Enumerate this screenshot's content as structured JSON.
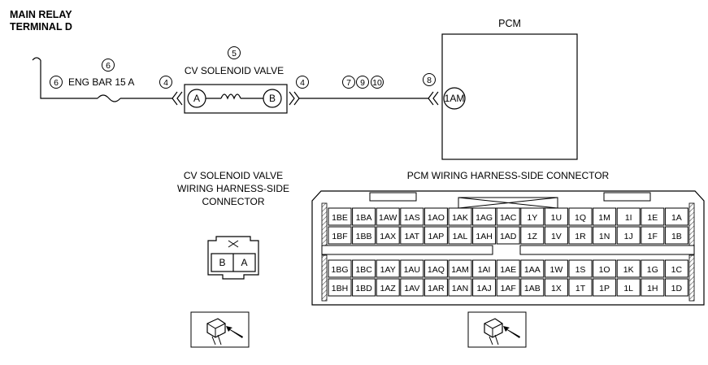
{
  "labels": {
    "main_relay_1": "MAIN RELAY",
    "main_relay_2": "TERMINAL D",
    "fuse_label": "ENG BAR 15 A",
    "valve_label": "CV SOLENOID VALVE",
    "pcm_label": "PCM",
    "pcm_pin": "1AM",
    "valve_pin_a": "A",
    "valve_pin_b": "B",
    "cv_conn_title_1": "CV SOLENOID VALVE",
    "cv_conn_title_2": "WIRING HARNESS-SIDE",
    "cv_conn_title_3": "CONNECTOR",
    "pcm_conn_title": "PCM WIRING HARNESS-SIDE CONNECTOR"
  },
  "callouts": {
    "fuse_top": "6",
    "fuse_left": "6",
    "valve_top": "5",
    "left_conn": "4",
    "right_conn": "4",
    "c7": "7",
    "c9": "9",
    "c10": "10",
    "c8": "8"
  },
  "cv_connector_pins": [
    "B",
    "A"
  ],
  "pcm_connector": {
    "upper_rows": [
      [
        "1BE",
        "1BA",
        "1AW",
        "1AS",
        "1AO",
        "1AK",
        "1AG",
        "1AC",
        "1Y",
        "1U",
        "1Q",
        "1M",
        "1I",
        "1E",
        "1A"
      ],
      [
        "1BF",
        "1BB",
        "1AX",
        "1AT",
        "1AP",
        "1AL",
        "1AH",
        "1AD",
        "1Z",
        "1V",
        "1R",
        "1N",
        "1J",
        "1F",
        "1B"
      ]
    ],
    "lower_rows": [
      [
        "1BG",
        "1BC",
        "1AY",
        "1AU",
        "1AQ",
        "1AM",
        "1AI",
        "1AE",
        "1AA",
        "1W",
        "1S",
        "1O",
        "1K",
        "1G",
        "1C"
      ],
      [
        "1BH",
        "1BD",
        "1AZ",
        "1AV",
        "1AR",
        "1AN",
        "1AJ",
        "1AF",
        "1AB",
        "1X",
        "1T",
        "1P",
        "1L",
        "1H",
        "1D"
      ]
    ]
  }
}
